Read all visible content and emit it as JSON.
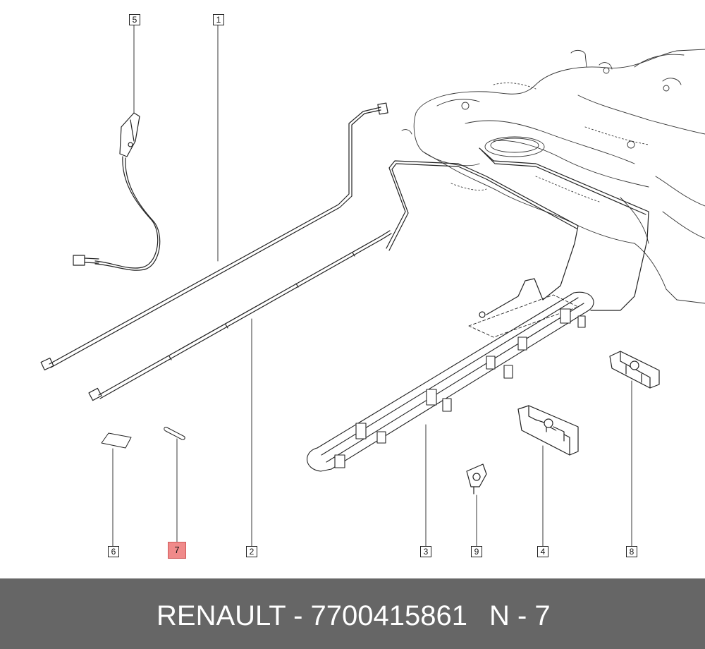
{
  "diagram": {
    "callouts": [
      {
        "id": "c1",
        "label": "1"
      },
      {
        "id": "c2",
        "label": "2"
      },
      {
        "id": "c3",
        "label": "3"
      },
      {
        "id": "c4",
        "label": "4"
      },
      {
        "id": "c5",
        "label": "5"
      },
      {
        "id": "c6",
        "label": "6"
      },
      {
        "id": "c7",
        "label": "7",
        "highlighted": true
      },
      {
        "id": "c8",
        "label": "8"
      },
      {
        "id": "c9",
        "label": "9"
      }
    ],
    "highlight_color": "#f08a8a"
  },
  "footer": {
    "part_text": "RENAULT - 7700415861",
    "ref_text": "N - 7",
    "background": "#666666"
  }
}
